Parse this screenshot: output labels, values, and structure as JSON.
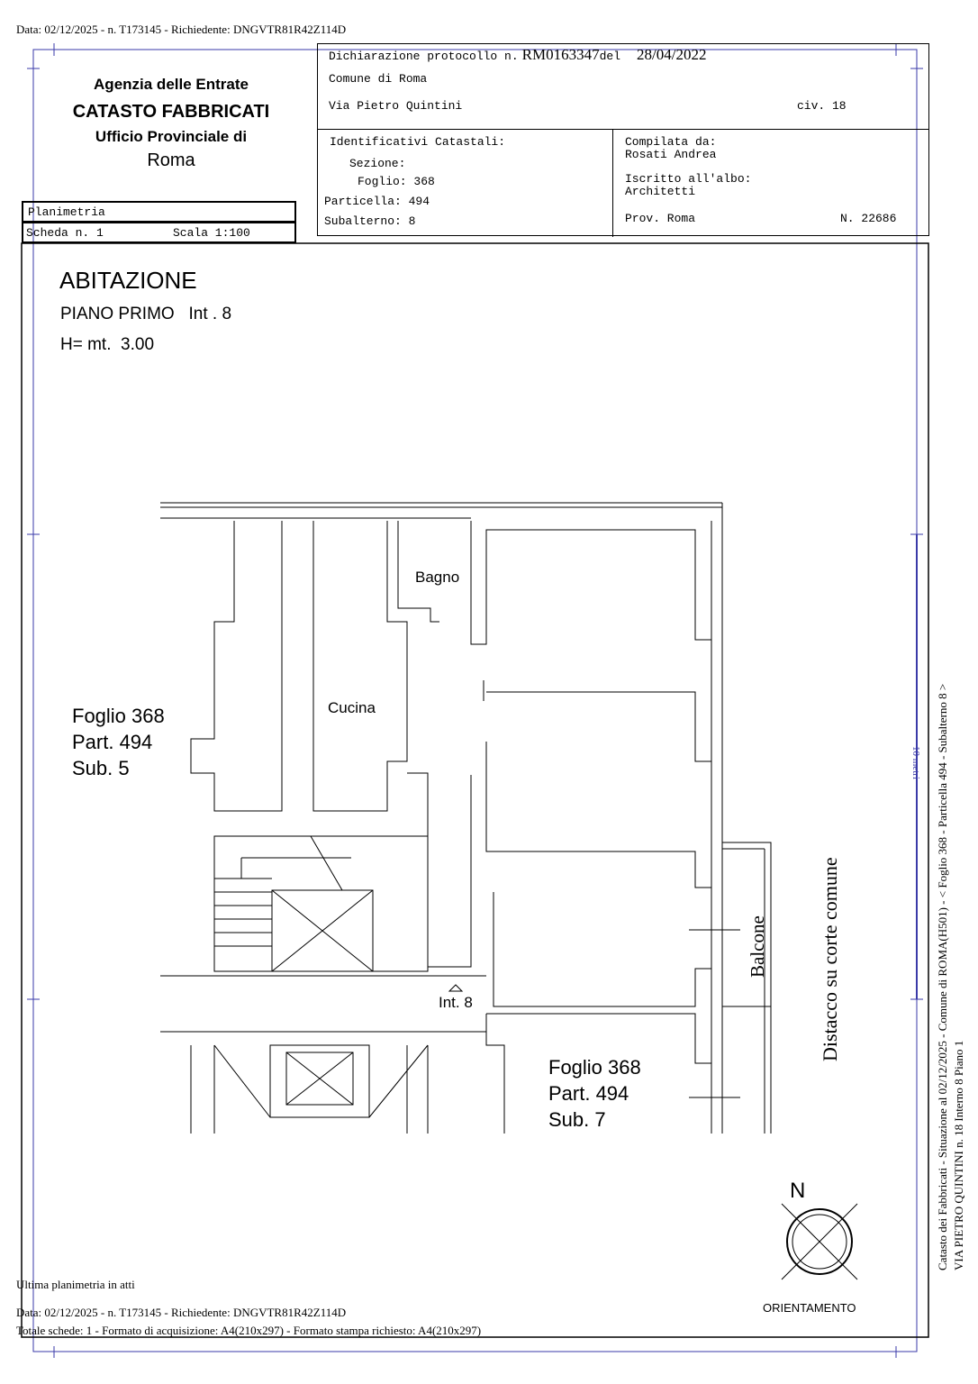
{
  "top_line": "Data: 02/12/2025 - n. T173145 - Richiedente: DNGVTR81R42Z114D",
  "agency": {
    "line1": "Agenzia delle Entrate",
    "line2": "CATASTO FABBRICATI",
    "line3": "Ufficio Provinciale di",
    "line4": "Roma"
  },
  "doc_box": {
    "type": "Planimetria",
    "scheda": "Scheda n. 1",
    "scala": "Scala 1:100"
  },
  "declaration": {
    "label": "Dichiarazione protocollo n.",
    "protocol": "RM0163347",
    "del_label": "del",
    "date": "28/04/2022",
    "comune": "Comune di Roma",
    "via": "Via Pietro Quintini",
    "civ": "civ. 18"
  },
  "identifiers": {
    "title": "Identificativi Catastali:",
    "sezione": "Sezione:",
    "foglio": "Foglio: 368",
    "particella": "Particella: 494",
    "subalterno": "Subalterno: 8"
  },
  "compiler": {
    "label": "Compilata da:",
    "name": "Rosati Andrea",
    "albo_label": "Iscritto all'albo:",
    "albo": "Architetti",
    "prov": "Prov. Roma",
    "number": "N. 22686"
  },
  "plan": {
    "title": "ABITAZIONE",
    "floor": "PIANO PRIMO   Int . 8",
    "height": "H= mt.  3.00",
    "rooms": {
      "bagno": "Bagno",
      "cucina": "Cucina",
      "balcone": "Balcone",
      "int": "Int. 8"
    },
    "neighbor1": [
      "Foglio 368",
      "Part. 494",
      "Sub. 5"
    ],
    "neighbor2": [
      "Foglio 368",
      "Part. 494",
      "Sub. 7"
    ],
    "courtyard": "Distacco su corte comune",
    "north": "N",
    "orientation": "ORIENTAMENTO",
    "scale_bar": "10 metri"
  },
  "side_text": {
    "line1": "Catasto dei Fabbricati - Situazione al 02/12/2025 - Comune di ROMA(H501) - <  Foglio 368 - Particella  494 - Subalterno 8 >",
    "line2": "VIA PIETRO QUINTINI n. 18  Interno 8 Piano 1"
  },
  "footer": {
    "last": "Ultima planimetria in atti",
    "data": "Data: 02/12/2025 - n. T173145 - Richiedente: DNGVTR81R42Z114D",
    "totale": "Totale schede: 1 - Formato di acquisizione: A4(210x297)  - Formato stampa richiesto: A4(210x297)"
  }
}
